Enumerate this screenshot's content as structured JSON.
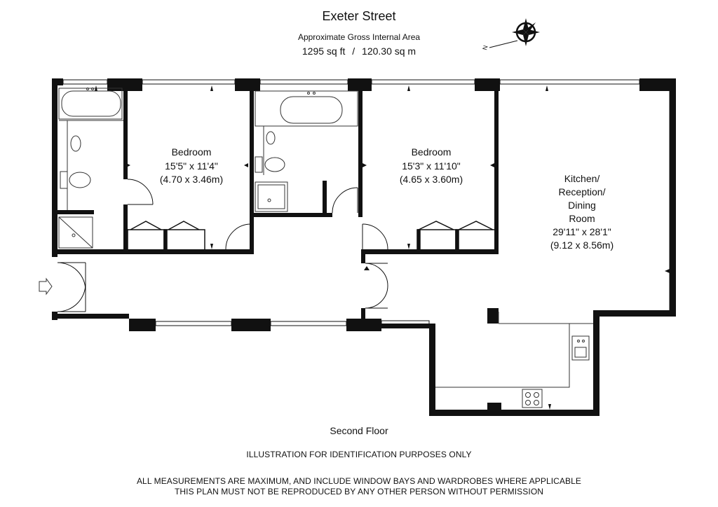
{
  "header": {
    "title": "Exeter Street",
    "subtitle": "Approximate Gross Internal Area",
    "area_sqft": "1295 sq ft",
    "separator": "/",
    "area_sqm": "120.30 sq m"
  },
  "compass": {
    "icon": "compass-icon",
    "label": "N"
  },
  "rooms": [
    {
      "name": "Bedroom",
      "dims_imperial": "15'5\" x 11'4\"",
      "dims_metric": "(4.70 x 3.46m)"
    },
    {
      "name": "Bedroom",
      "dims_imperial": "15'3\" x 11'10\"",
      "dims_metric": "(4.65 x 3.60m)"
    },
    {
      "name_lines": [
        "Kitchen/",
        "Reception/",
        "Dining",
        "Room"
      ],
      "dims_imperial": "29'11\" x 28'1\"",
      "dims_metric": "(9.12 x 8.56m)"
    }
  ],
  "entrance_icon": "entrance-arrow-icon",
  "floor_label": "Second Floor",
  "disclaimers": {
    "identification": "ILLUSTRATION FOR IDENTIFICATION PURPOSES ONLY",
    "measurements": "ALL MEASUREMENTS ARE MAXIMUM, AND INCLUDE WINDOW BAYS AND WARDROBES WHERE APPLICABLE",
    "reproduction": "THIS PLAN MUST NOT BE REPRODUCED BY ANY OTHER PERSON WITHOUT PERMISSION"
  }
}
